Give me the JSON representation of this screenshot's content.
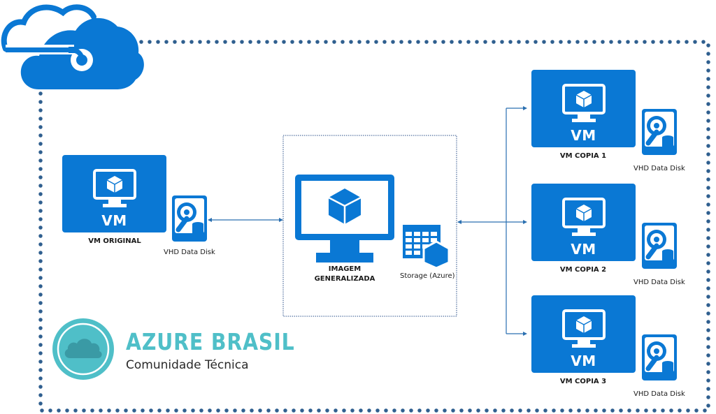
{
  "vms": {
    "original": {
      "label": "VM",
      "caption": "VM ORIGINAL",
      "disk_caption": "VHD Data Disk"
    },
    "copia_1": {
      "label": "VM",
      "caption": "VM COPIA 1",
      "disk_caption": "VHD Data Disk"
    },
    "copia_2": {
      "label": "VM",
      "caption": "VM COPIA 2",
      "disk_caption": "VHD Data Disk"
    },
    "copia_3": {
      "label": "VM",
      "caption": "VM COPIA 3",
      "disk_caption": "VHD Data Disk"
    }
  },
  "image": {
    "caption_line1": "IMAGEM",
    "caption_line2": "GENERALIZADA"
  },
  "storage": {
    "caption": "Storage (Azure)"
  },
  "brand": {
    "title": "AZURE BRASIL",
    "subtitle": "Comunidade Técnica"
  },
  "icons": {
    "azure_cloud": "azure-cloud-icon",
    "monitor": "monitor-cube-icon",
    "disk": "vhd-disk-icon",
    "storage": "storage-table-icon",
    "brand_cloud": "cloud-icon"
  },
  "colors": {
    "azure_blue": "#0a78d4",
    "dotted_border": "#2f5f8f",
    "brand_teal": "#4fbfc8",
    "arrow": "#2a6fb0"
  }
}
